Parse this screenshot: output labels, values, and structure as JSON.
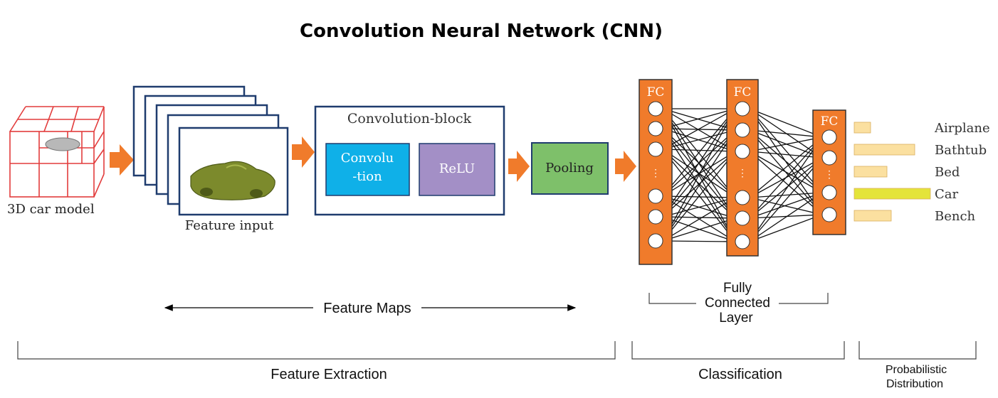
{
  "title": "Convolution  Neural  Network (CNN)",
  "input": {
    "label": "3D car model"
  },
  "feature_input": {
    "label": "Feature input"
  },
  "conv_block": {
    "title": "Convolution-block",
    "convolution_line1": "Convolu",
    "convolution_line2": "-tion",
    "relu": "ReLU"
  },
  "pooling": {
    "label": "Pooling"
  },
  "fc_layers": [
    {
      "label": "FC"
    },
    {
      "label": "FC"
    },
    {
      "label": "FC"
    }
  ],
  "outputs": [
    {
      "label": "Airplane",
      "value": 0.18,
      "color": "#fbe0a0"
    },
    {
      "label": "Bathtub",
      "value": 0.65,
      "color": "#fbe0a0"
    },
    {
      "label": "Bed",
      "value": 0.35,
      "color": "#fbe0a0"
    },
    {
      "label": "Car",
      "value": 0.82,
      "color": "#e4e43a"
    },
    {
      "label": "Bench",
      "value": 0.4,
      "color": "#fbe0a0"
    }
  ],
  "annotations": {
    "feature_maps": "Feature  Maps",
    "fc_line1": "Fully",
    "fc_line2": "Connected",
    "fc_line3": "Layer"
  },
  "sections": {
    "feature_extraction": "Feature Extraction",
    "classification": "Classification",
    "prob_line1": "Probabilistic",
    "prob_line2": "Distribution"
  },
  "colors": {
    "arrow": "#f07b2b",
    "fc": "#f07b2b",
    "convolution": "#0fb0e8",
    "relu": "#a38fc6",
    "pooling": "#7ec06a",
    "frame": "#1f3c6e",
    "cube": "#e23c3c"
  }
}
